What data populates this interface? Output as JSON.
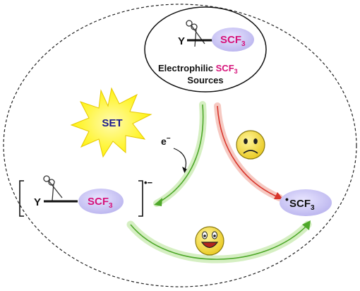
{
  "top_box": {
    "y_label": "Y",
    "reagent": "SCF",
    "reagent_sub": "3",
    "caption_prefix": "Electrophilic ",
    "caption_highlight": "SCF",
    "caption_sub": "3",
    "caption_line2": "Sources"
  },
  "set_burst": {
    "label": "SET"
  },
  "electron": {
    "label": "e",
    "charge": "−"
  },
  "radical_anion": {
    "y_label": "Y",
    "reagent": "SCF",
    "reagent_sub": "3",
    "charge": "•−"
  },
  "radical": {
    "dot": "•",
    "label": "SCF",
    "sub": "3"
  },
  "colors": {
    "magenta": "#d6127a",
    "lavender": "#c9c4f2",
    "green_arrow": "#6fbf3a",
    "red_arrow": "#e2453c",
    "burst_yellow": "#fff200",
    "smiley_yellow": "#f7de3a"
  }
}
